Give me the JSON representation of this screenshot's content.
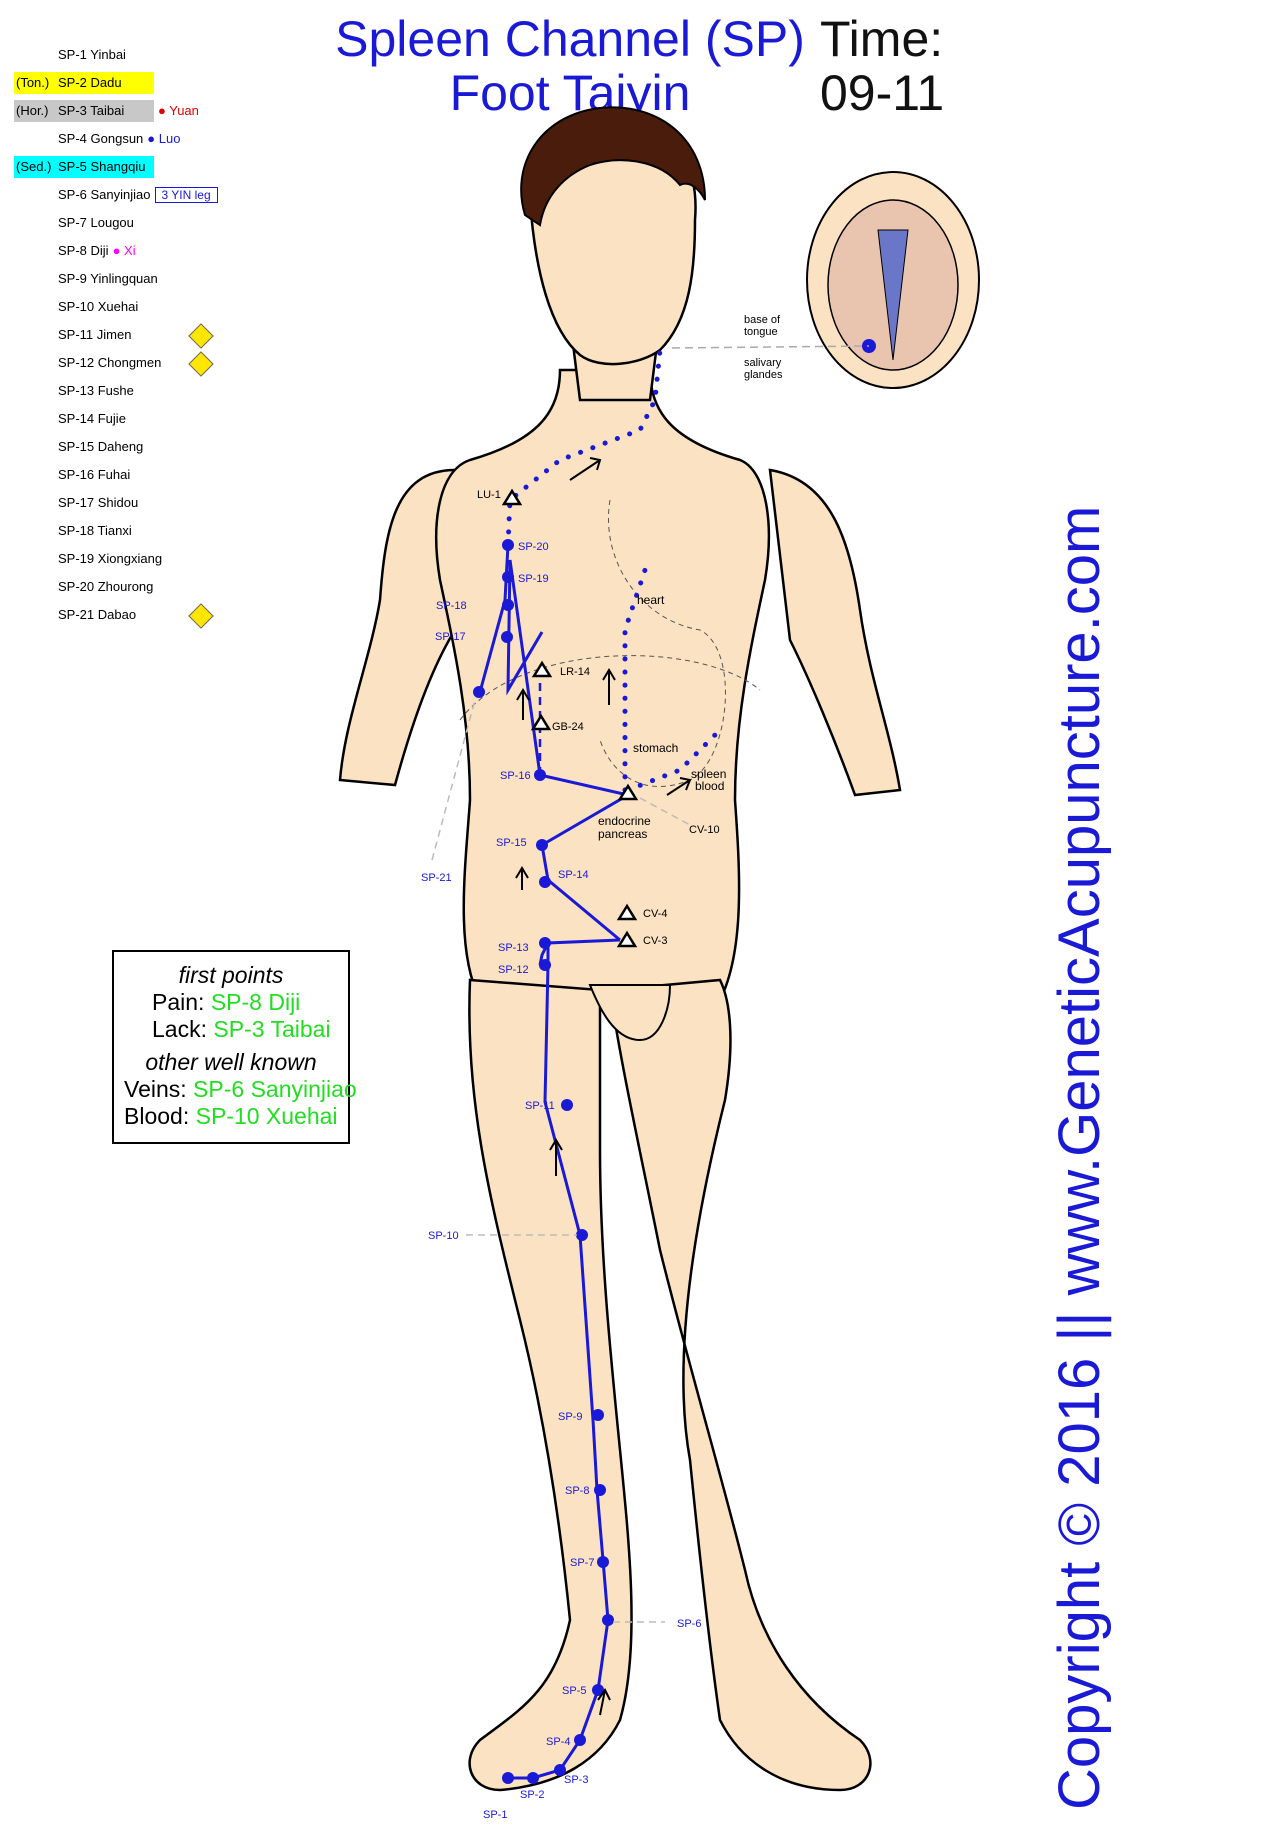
{
  "title": {
    "line1": "Spleen Channel (SP)",
    "line2": "Foot Taiyin"
  },
  "time": {
    "label": "Time:",
    "value": "09-11"
  },
  "points": [
    {
      "name": "SP-1 Yinbai",
      "tag": "",
      "highlight": ""
    },
    {
      "name": "SP-2 Dadu",
      "tag": "(Ton.)",
      "highlight": "#ffff00"
    },
    {
      "name": "SP-3 Taibai",
      "tag": "(Hor.)",
      "highlight": "#c8c8c8",
      "note": "Yuan",
      "note_color": "#e00000"
    },
    {
      "name": "SP-4 Gongsun",
      "tag": "",
      "note": "Luo",
      "note_color": "#1a1ad6"
    },
    {
      "name": "SP-5 Shangqiu",
      "tag": "(Sed.)",
      "highlight": "#00ffff"
    },
    {
      "name": "SP-6 Sanyinjiao",
      "tag": "",
      "box": "3 YIN leg"
    },
    {
      "name": "SP-7 Lougou",
      "tag": ""
    },
    {
      "name": "SP-8 Diji",
      "tag": "",
      "note": "Xi",
      "note_color": "#ff00ff"
    },
    {
      "name": "SP-9 Yinlingquan",
      "tag": ""
    },
    {
      "name": "SP-10 Xuehai",
      "tag": ""
    },
    {
      "name": "SP-11 Jimen",
      "tag": "",
      "caution": true
    },
    {
      "name": "SP-12 Chongmen",
      "tag": "",
      "caution": true
    },
    {
      "name": "SP-13 Fushe",
      "tag": ""
    },
    {
      "name": "SP-14 Fujie",
      "tag": ""
    },
    {
      "name": "SP-15 Daheng",
      "tag": ""
    },
    {
      "name": "SP-16 Fuhai",
      "tag": ""
    },
    {
      "name": "SP-17 Shidou",
      "tag": ""
    },
    {
      "name": "SP-18 Tianxi",
      "tag": ""
    },
    {
      "name": "SP-19 Xiongxiang",
      "tag": ""
    },
    {
      "name": "SP-20 Zhourong",
      "tag": ""
    },
    {
      "name": "SP-21 Dabao",
      "tag": "",
      "caution": true
    }
  ],
  "legend": {
    "first_points": "first points",
    "pain_label": "Pain:",
    "pain_value": "SP-8 Diji",
    "lack_label": "Lack:",
    "lack_value": "SP-3 Taibai",
    "other": "other well known",
    "veins_label": "Veins:",
    "veins_value": "SP-6 Sanyinjiao",
    "blood_label": "Blood:",
    "blood_value": "SP-10 Xuehai"
  },
  "organ_labels": {
    "heart": "heart",
    "stomach": "stomach",
    "spleen": "spleen",
    "blood": "blood",
    "endocrine": "endocrine",
    "pancreas": "pancreas",
    "base_of": "base of",
    "tongue": "tongue",
    "salivary": "salivary",
    "glandes": "glandes"
  },
  "map_labels": {
    "sp1": "SP-1",
    "sp2": "SP-2",
    "sp3": "SP-3",
    "sp4": "SP-4",
    "sp5": "SP-5",
    "sp6": "SP-6",
    "sp7": "SP-7",
    "sp8": "SP-8",
    "sp9": "SP-9",
    "sp10": "SP-10",
    "sp11": "SP-11",
    "sp12": "SP-12",
    "sp13": "SP-13",
    "sp14": "SP-14",
    "sp15": "SP-15",
    "sp16": "SP-16",
    "sp17": "SP-17",
    "sp18": "SP-18",
    "sp19": "SP-19",
    "sp20": "SP-20",
    "sp21": "SP-21",
    "lu1": "LU-1",
    "lr14": "LR-14",
    "gb24": "GB-24",
    "cv3": "CV-3",
    "cv4": "CV-4",
    "cv10": "CV-10"
  },
  "copyright": "Copyright © 2016 || www.GeneticAcupuncture.com",
  "colors": {
    "channel": "#1a1ad6",
    "skin": "#fbe2c2",
    "hair": "#4a1c0c",
    "highlight_text": "#22dd22"
  }
}
